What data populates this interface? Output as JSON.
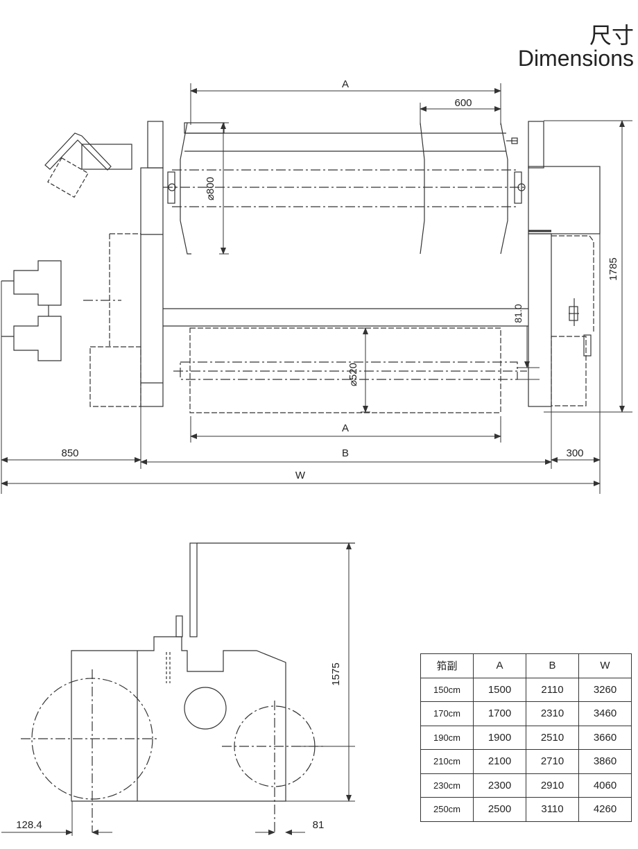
{
  "header": {
    "title_zh": "尺寸",
    "title_en": "Dimensions"
  },
  "top_view": {
    "dim_a_top": "A",
    "dim_600": "600",
    "dim_dia800": "⌀800",
    "dim_1785": "1785",
    "dim_81": "81.0",
    "dim_dia520": "⌀520",
    "dim_a_bottom": "A",
    "dim_850": "850",
    "dim_b": "B",
    "dim_300": "300",
    "dim_w": "W"
  },
  "side_view": {
    "dim_1575": "1575",
    "dim_128": "128.4",
    "dim_81": "81"
  },
  "spec_table": {
    "headers": [
      "筘副",
      "A",
      "B",
      "W"
    ],
    "rows": [
      [
        "150cm",
        "1500",
        "2110",
        "3260"
      ],
      [
        "170cm",
        "1700",
        "2310",
        "3460"
      ],
      [
        "190cm",
        "1900",
        "2510",
        "3660"
      ],
      [
        "210cm",
        "2100",
        "2710",
        "3860"
      ],
      [
        "230cm",
        "2300",
        "2910",
        "4060"
      ],
      [
        "250cm",
        "2500",
        "3110",
        "4260"
      ]
    ]
  }
}
